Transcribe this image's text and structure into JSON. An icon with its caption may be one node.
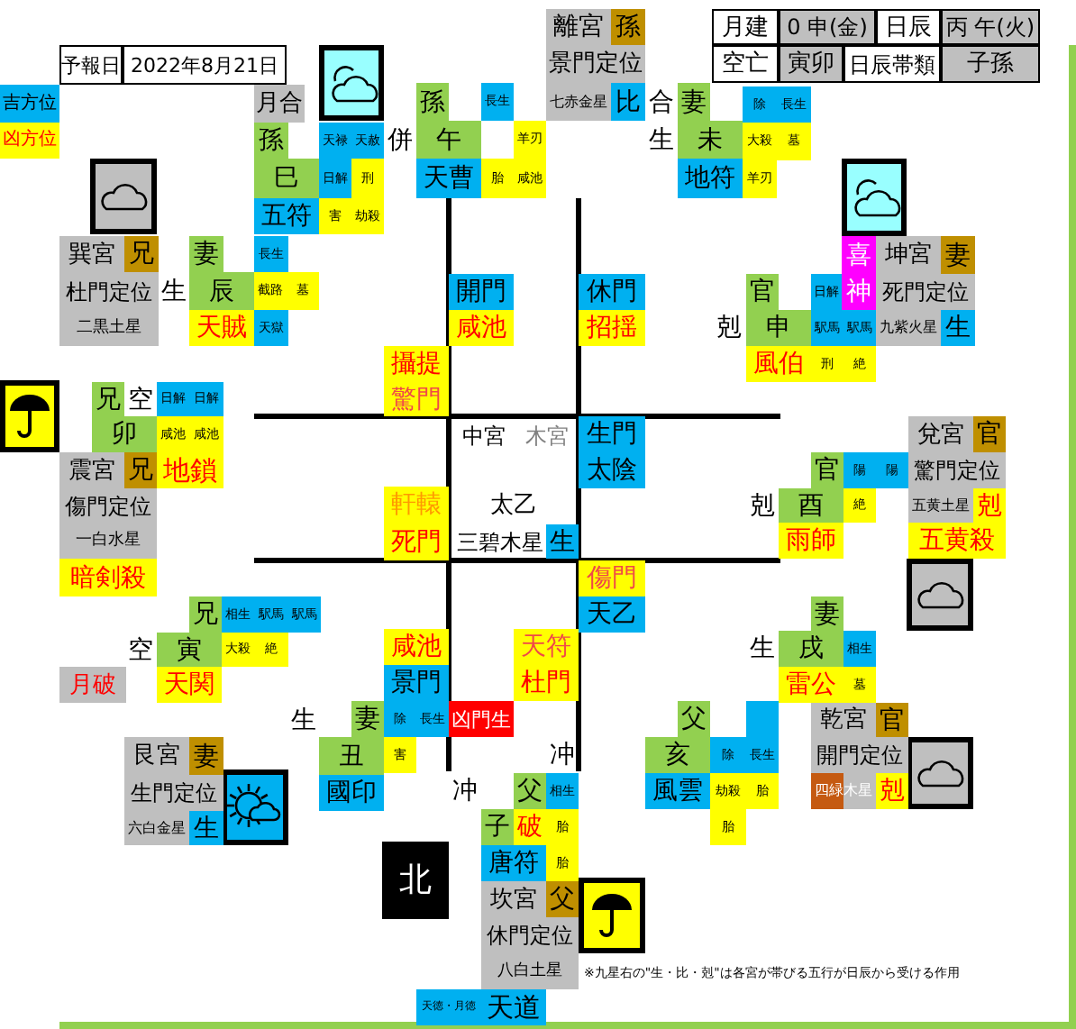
{
  "diagram": {
    "labels": [
      "離宮",
      "孫",
      "月建",
      "0 申(金)",
      "日辰",
      "丙 午(火)",
      "予報日",
      "2022年8月21日",
      "景門定位",
      "空亡",
      "寅卯",
      "日辰帯類",
      "子孫",
      "吉方位",
      "月合",
      "孫",
      "長生",
      "七赤金星",
      "比",
      "合",
      "妻",
      "除",
      "長生",
      "凶方位",
      "孫",
      "天禄",
      "天赦",
      "併",
      "午",
      "羊刃",
      "生",
      "未",
      "大殺",
      "墓",
      "巳",
      "日解",
      "刑",
      "天曹",
      "胎",
      "咸池",
      "地符",
      "羊刃",
      "五符",
      "害",
      "劫殺",
      "巽宮",
      "兄",
      "妻",
      "長生",
      "喜",
      "坤宮",
      "妻",
      "杜門定位",
      "生",
      "辰",
      "截路",
      "墓",
      "開門",
      "休門",
      "官",
      "日解",
      "神",
      "死門定位",
      "二黒土星",
      "天賊",
      "天獄",
      "咸池",
      "招揺",
      "剋",
      "申",
      "駅馬",
      "駅馬",
      "九紫火星",
      "生",
      "攝提",
      "風伯",
      "刑",
      "絶",
      "兄",
      "空",
      "日解",
      "日解",
      "驚門",
      "卯",
      "咸池",
      "咸池",
      "中宮",
      "木宮",
      "生門",
      "兌宮",
      "官",
      "震宮",
      "兄",
      "地鎖",
      "太陰",
      "官",
      "陽",
      "陽",
      "驚門定位",
      "傷門定位",
      "軒轅",
      "太乙",
      "剋",
      "酉",
      "絶",
      "五黄土星",
      "剋",
      "一白水星",
      "死門",
      "三碧木星",
      "生",
      "雨師",
      "五黄殺",
      "暗剣殺",
      "傷門",
      "兄",
      "相生",
      "駅馬",
      "駅馬",
      "天乙",
      "妻",
      "空",
      "寅",
      "大殺",
      "絶",
      "咸池",
      "天符",
      "生",
      "戌",
      "相生",
      "月破",
      "天関",
      "景門",
      "杜門",
      "雷公",
      "墓",
      "生",
      "妻",
      "除",
      "長生",
      "凶門生",
      "父",
      "乾宮",
      "官",
      "艮宮",
      "妻",
      "丑",
      "害",
      "冲",
      "亥",
      "除",
      "長生",
      "開門定位",
      "生門定位",
      "國印",
      "冲",
      "父",
      "相生",
      "風雲",
      "劫殺",
      "胎",
      "四緑木星",
      "剋",
      "六白金星",
      "生",
      "子",
      "破",
      "胎",
      "胎",
      "北",
      "唐符",
      "胎",
      "坎宮",
      "父",
      "休門定位",
      "八白土星",
      "※九星右の\"生・比・剋\"は各宮が帯びる五行が日辰から受ける作用",
      "天徳・月徳",
      "天道"
    ]
  }
}
